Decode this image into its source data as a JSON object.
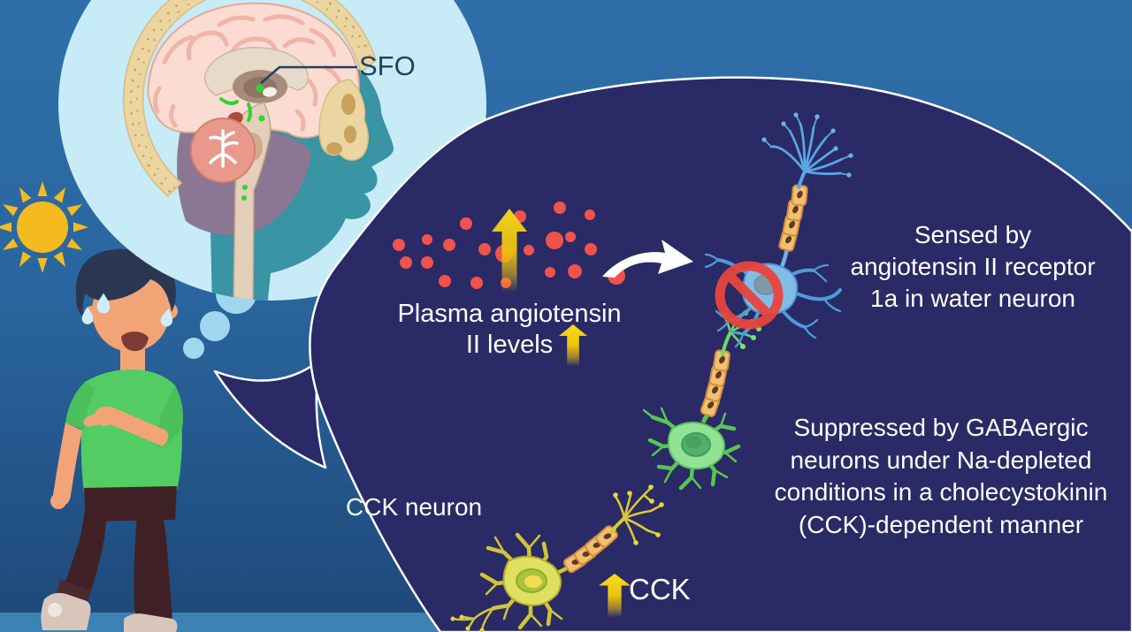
{
  "palette": {
    "background_top": "#2f6fa9",
    "background_bottom": "#1e4878",
    "floor": "#3c82b4",
    "sun": "#f4bb20",
    "thought_bubble": "#c7ebf7",
    "trail_circle": "#9fd8ee",
    "head_teal": "#3994a3",
    "skull_tan": "#ebd5a1",
    "brain_pink": "#fcdcd2",
    "cerebellum_pink": "#e9998b",
    "bubble_navy": "#2a2a66",
    "bubble_outline": "#ffffff",
    "angiotensin_red": "#f0534a",
    "arrow_yellow": "#f2d514",
    "sfo_text": "#23405f",
    "text_white": "#ffffff",
    "neuron_blue": "#82bce9",
    "neuron_green": "#90e394",
    "neuron_yellow": "#e0e060",
    "myelin_tan": "#f2c06e",
    "prohibition_red": "#e8463d",
    "sfo_marker_green": "#2fd42f",
    "skin": "#f2a477",
    "shirt_green": "#53cc63",
    "pants_brown": "#3f2125",
    "hair_navy": "#2b3750",
    "sweat_blue": "#cdeef9"
  },
  "thought": {
    "sfo": "SFO"
  },
  "speech": {
    "plasma": [
      "Plasma angiotensin",
      "II levels"
    ],
    "sensed": [
      "Sensed by",
      "angiotensin II receptor",
      "1a in water neuron"
    ],
    "suppressed": [
      "Suppressed by GABAergic",
      "neurons under Na-depleted",
      "conditions in a cholecystokinin",
      "(CCK)-dependent manner"
    ],
    "cck_neuron": "CCK neuron",
    "cck": "CCK"
  },
  "icons": {
    "sun": "sun-icon",
    "no_entry": "no-entry-icon",
    "up_arrow": "up-arrow-icon",
    "curved_arrow": "curved-arrow-icon",
    "sweat_drop": "sweat-drop-icon",
    "thought_trail": "thought-trail-circles"
  }
}
